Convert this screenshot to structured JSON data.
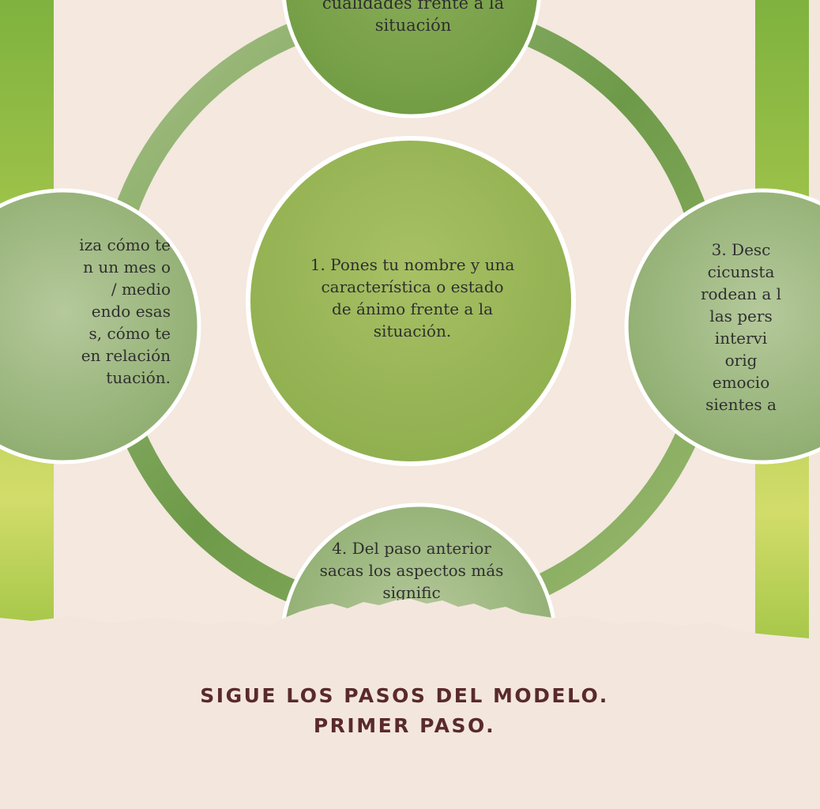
{
  "diagram": {
    "nodes": {
      "top": {
        "lines": [
          "cualidades frente a la",
          "situación"
        ]
      },
      "center": {
        "lines": [
          "1. Pones tu nombre y una",
          "característica o estado",
          "de ánimo frente a la",
          "situación."
        ]
      },
      "left": {
        "lines": [
          "iza cómo te",
          "n un mes o",
          "/ medio",
          "endo esas",
          "s, cómo te",
          "en relación",
          "tuación."
        ]
      },
      "right": {
        "lines": [
          "3. Desc",
          "cicunsta",
          "rodean a l",
          "las pers",
          "intervi",
          "orig",
          "emocio",
          "sientes a"
        ]
      },
      "bottom": {
        "lines": [
          "4. Del paso anterior",
          "sacas los aspectos más",
          "signific"
        ]
      }
    },
    "colors": {
      "node_fill": "#9fb96a",
      "node_stroke": "#ffffff",
      "ring_dark": "#6d9a48",
      "ring_light": "#a9c28a",
      "background": "#f4e8df",
      "side_bar": "#96c043"
    }
  },
  "caption": {
    "line1": "SIGUE LOS PASOS DEL MODELO.",
    "line2": "PRIMER PASO."
  }
}
